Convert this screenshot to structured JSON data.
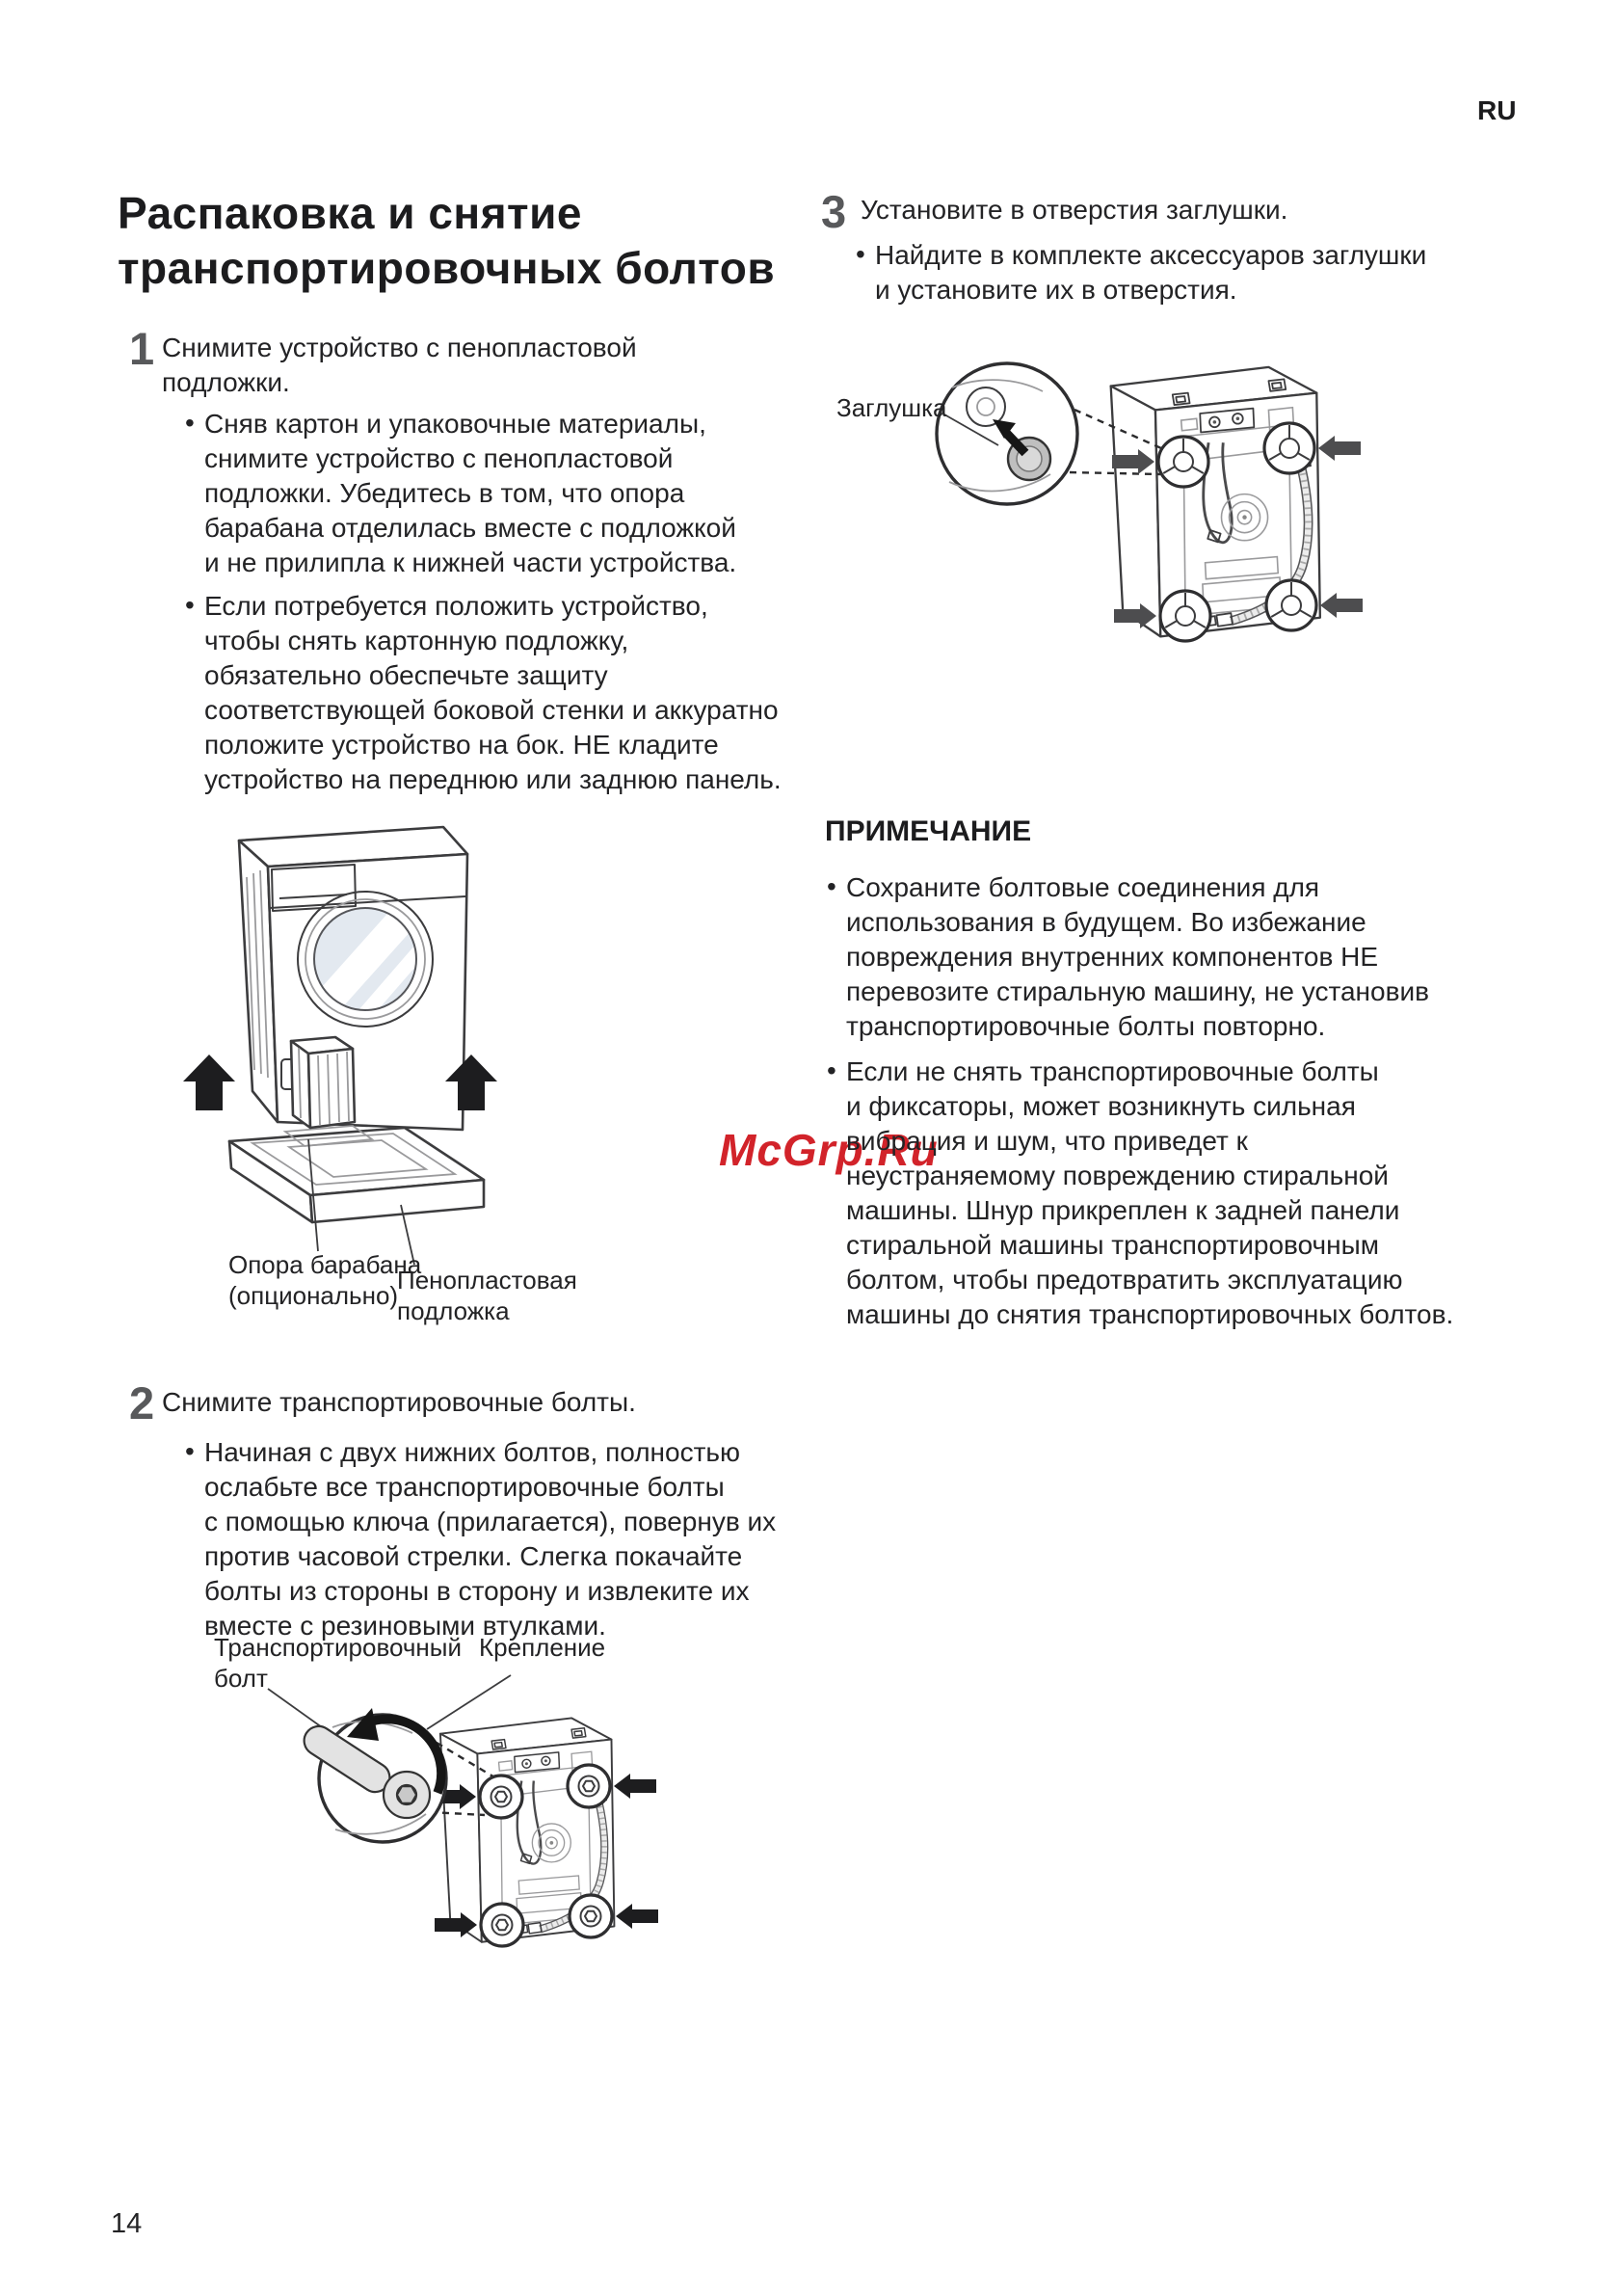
{
  "header": {
    "lang": "RU"
  },
  "title": "Распаковка и снятие\nтранспортировочных болтов",
  "step1": {
    "number": "1",
    "heading": "Снимите устройство с пенопластовой\nподложки.",
    "bullet1": "Сняв картон и упаковочные материалы,\nснимите устройство с пенопластовой\nподложки. Убедитесь в том, что опора\nбарабана отделилась вместе с подложкой\nи не прилипла к нижней части устройства.",
    "bullet2": "Если потребуется положить устройство,\nчтобы снять картонную подложку,\nобязательно обеспечьте защиту\nсоответствующей боковой стенки и аккуратно\nположите устройство на бок. НЕ кладите\nустройство на переднюю или заднюю панель."
  },
  "figure1": {
    "label_support": "Опора барабана\n(опционально)",
    "label_foam": "Пенопластовая\nподложка"
  },
  "step2": {
    "number": "2",
    "heading": "Снимите транспортировочные болты.",
    "bullet1": "Начиная с двух нижних болтов, полностью\nослабьте все транспортировочные болты\nс помощью ключа (прилагается), повернув их\nпротив часовой стрелки. Слегка покачайте\nболты из стороны в сторону и извлеките их\nвместе с резиновыми втулками."
  },
  "figure2": {
    "label_bolt": "Транспортировочный\nболт",
    "label_bracket": "Крепление"
  },
  "step3": {
    "number": "3",
    "heading": "Установите в отверстия заглушки.",
    "bullet1": "Найдите в комплекте аксессуаров заглушки\nи установите их в отверстия."
  },
  "figure3": {
    "label_plug": "Заглушка"
  },
  "note": {
    "heading": "ПРИМЕЧАНИЕ",
    "bullet1": "Сохраните болтовые соединения для\nиспользования в будущем. Во избежание\nповреждения внутренних компонентов НЕ\nперевозите стиральную машину, не установив\nтранспортировочные болты повторно.",
    "bullet2": "Если не снять транспортировочные болты\nи фиксаторы, может возникнуть сильная\nвибрация и шум, что приведет к\nнеустраняемому повреждению стиральной\nмашины. Шнур прикреплен к задней панели\nстиральной машины транспортировочным\nболтом, чтобы предотвратить эксплуатацию\nмашины до снятия транспортировочных болтов."
  },
  "watermark": "McGrp.Ru",
  "footer": {
    "page_number": "14"
  },
  "colors": {
    "watermark_red": "#d2232a",
    "step_gray": "#58595b",
    "text": "#232325"
  }
}
